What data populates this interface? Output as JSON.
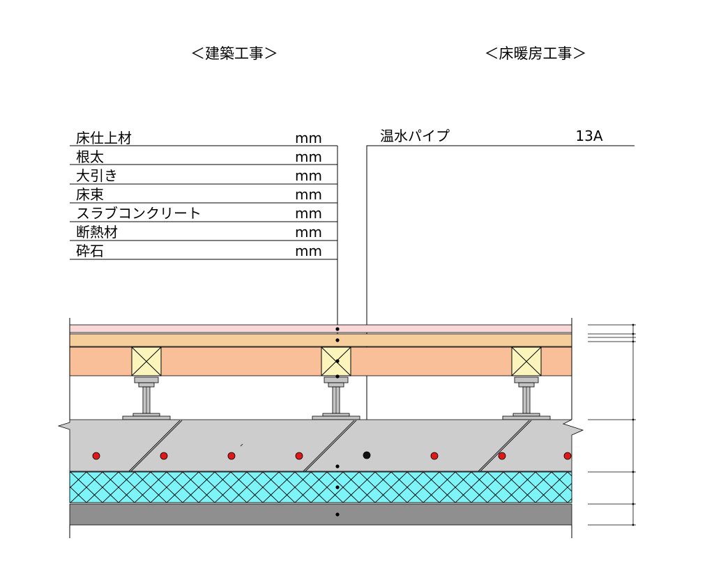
{
  "headers": {
    "architecture": "＜建築工事＞",
    "floor_heating": "＜床暖房工事＞"
  },
  "layers": [
    {
      "label": "床仕上材",
      "unit": "mm"
    },
    {
      "label": "根太",
      "unit": "mm"
    },
    {
      "label": "大引き",
      "unit": "mm"
    },
    {
      "label": "床束",
      "unit": "mm"
    },
    {
      "label": "スラブコンクリート",
      "unit": "mm"
    },
    {
      "label": "断熱材",
      "unit": "mm"
    },
    {
      "label": "砕石",
      "unit": "mm"
    }
  ],
  "pipe": {
    "label": "温水パイプ",
    "size": "13A"
  },
  "colors": {
    "finish": "#f9d8d8",
    "joist": "#f6ce9c",
    "sleeper": "#f8bf98",
    "timber_block": "#fbf5bc",
    "slab": "#cdcdcd",
    "insulation": "#7cf4f8",
    "gravel": "#8f8f8f",
    "pipe": "#e01818",
    "post_metal": "#c4c4c4"
  }
}
